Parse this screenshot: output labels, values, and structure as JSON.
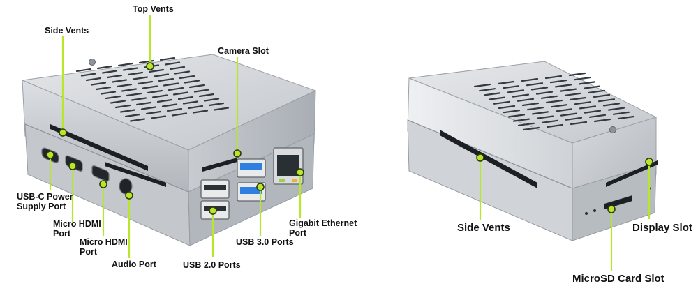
{
  "colors": {
    "accent": "#b8e62a",
    "case": "#c9cdd2",
    "usb3": "#2f7fe0"
  },
  "left_case": {
    "labels": {
      "top_vents": "Top Vents",
      "side_vents": "Side Vents",
      "camera_slot": "Camera Slot",
      "usbc_l1": "USB-C Power",
      "usbc_l2": "Supply Port",
      "hdmi1_l1": "Micro HDMI",
      "hdmi1_l2": "Port",
      "hdmi2_l1": "Micro HDMI",
      "hdmi2_l2": "Port",
      "audio": "Audio Port",
      "usb2": "USB 2.0 Ports",
      "usb3": "USB 3.0 Ports",
      "eth_l1": "Gigabit Ethernet",
      "eth_l2": "Port"
    }
  },
  "right_case": {
    "labels": {
      "side_vents": "Side Vents",
      "display_slot": "Display Slot",
      "microsd": "MicroSD Card Slot"
    }
  }
}
